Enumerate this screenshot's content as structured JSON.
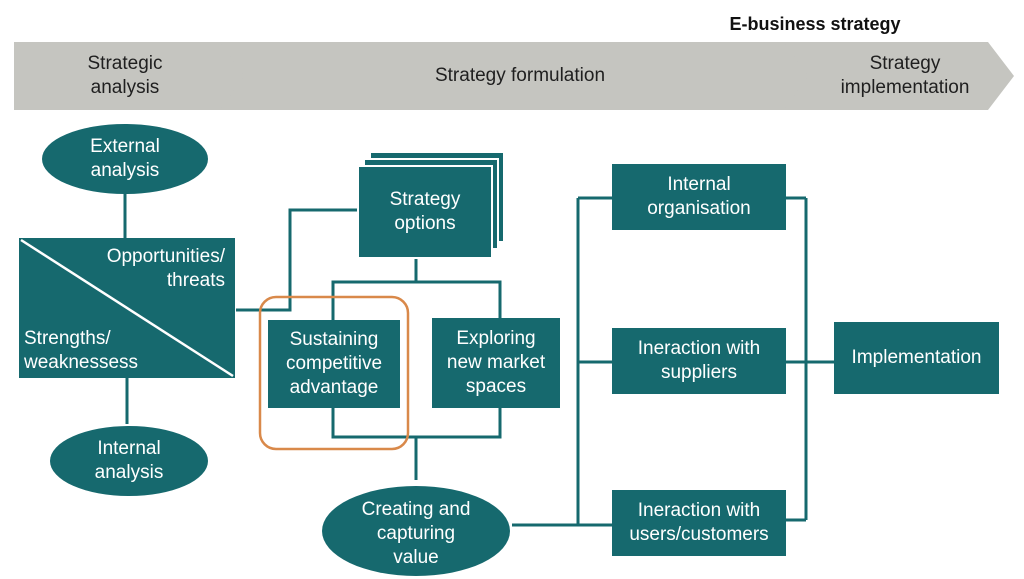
{
  "header": {
    "title": "E-business strategy"
  },
  "phases": [
    {
      "label": "Strategic\nanalysis"
    },
    {
      "label": "Strategy formulation"
    },
    {
      "label": "Strategy\nimplementation"
    }
  ],
  "nodes": {
    "external_analysis": "External\nanalysis",
    "internal_analysis": "Internal\nanalysis",
    "opportunities_threats": "Opportunities/\nthreats",
    "strengths_weaknesses": "Strengths/\nweaknessess",
    "strategy_options": "Strategy\noptions",
    "sustaining_competitive_advantage": "Sustaining\ncompetitive\nadvantage",
    "exploring_new_market_spaces": "Exploring\nnew market\nspaces",
    "creating_capturing_value": "Creating and\ncapturing\nvalue",
    "internal_organisation": "Internal\norganisation",
    "interaction_suppliers": "Ineraction with\nsuppliers",
    "interaction_customers": "Ineraction with\nusers/customers",
    "implementation": "Implementation"
  },
  "colors": {
    "teal": "#16696e",
    "banner": "#c5c5c0",
    "highlight": "#d9894a",
    "line": "#16696e"
  }
}
